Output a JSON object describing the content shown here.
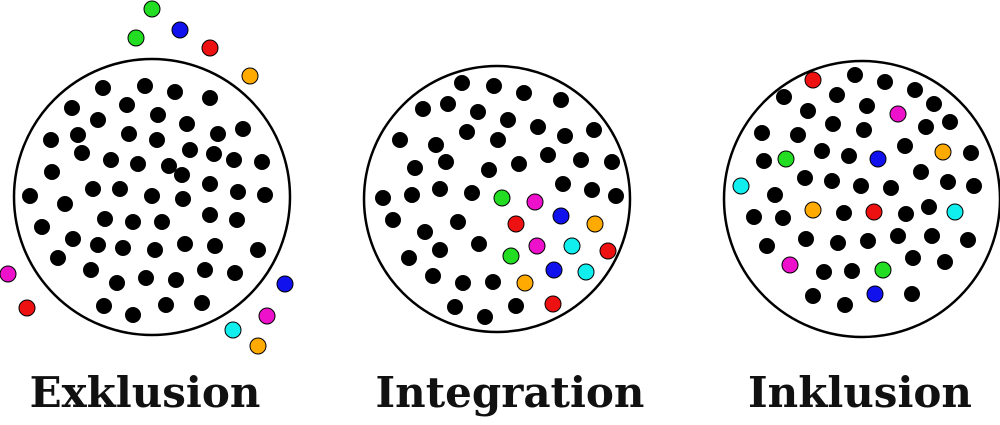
{
  "panels": [
    {
      "label": "Exklusion"
    },
    {
      "label": "Integration"
    },
    {
      "label": "Inklusion"
    }
  ],
  "colors": {
    "black": "#000000",
    "green": "#22dd22",
    "blue": "#1111ee",
    "red": "#ee1111",
    "orange": "#ffaa00",
    "magenta": "#ee11cc",
    "cyan": "#11eeee",
    "outline": "#000000",
    "background": "#ffffff"
  }
}
